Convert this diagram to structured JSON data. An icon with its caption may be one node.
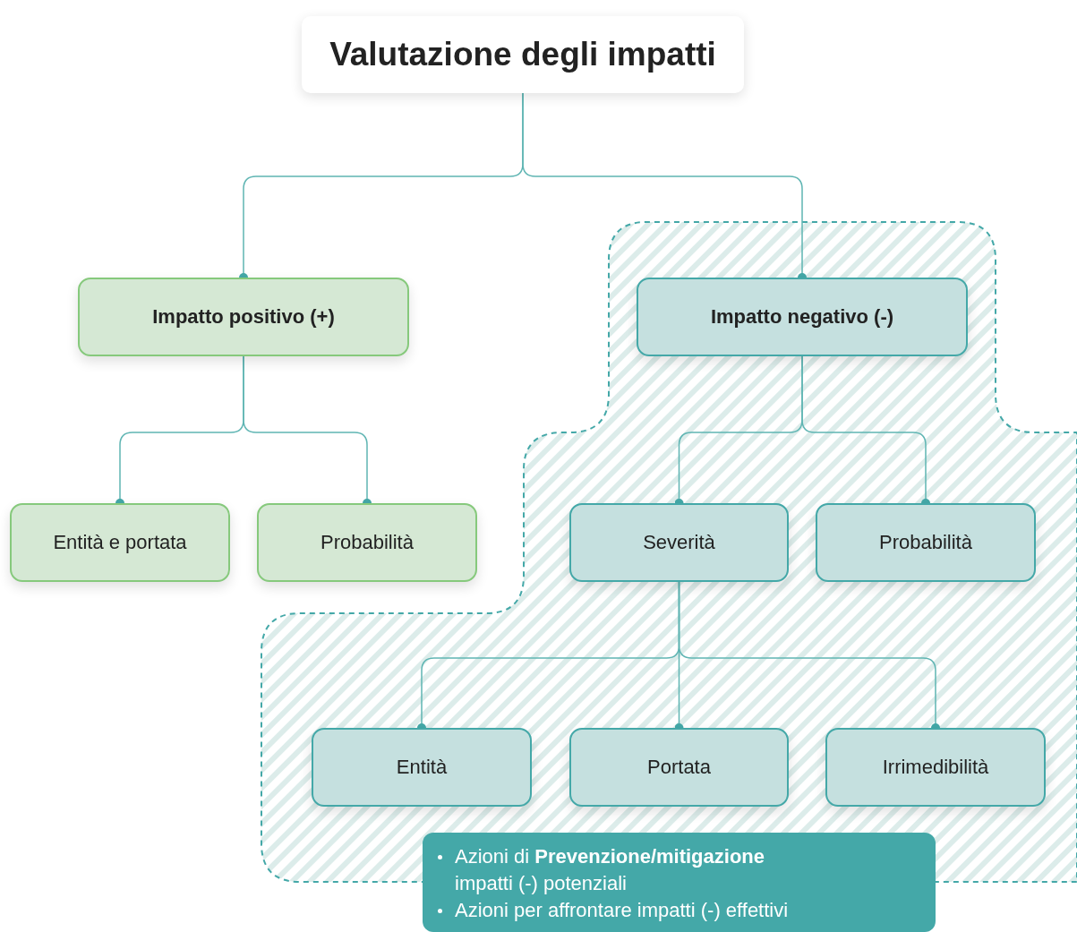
{
  "diagram": {
    "nodes": [
      {
        "text": [
          "Valutazione degli impatti"
        ]
      },
      {
        "text": [
          "Impatto positivo (+)"
        ]
      },
      {
        "text": [
          "Entità e portata"
        ]
      },
      {
        "text": [
          "Probabilità"
        ]
      },
      {
        "text": [
          "Impatto negativo (-)"
        ]
      },
      {
        "text": [
          "Severità"
        ]
      },
      {
        "text": [
          "Probabilità"
        ]
      },
      {
        "text": [
          "Entità"
        ]
      },
      {
        "text": [
          "Portata"
        ]
      },
      {
        "text": [
          "Irrimedibilità"
        ]
      },
      {
        "text": [
          "Azioni di **Prevenzione/mitigazione** impatti (-) potenziali",
          "Azioni per affrontare impatti (-) effettivi"
        ]
      }
    ],
    "edges": [
      {
        "from": 0,
        "to": 1,
        "arrow": "other"
      },
      {
        "from": 0,
        "to": 4,
        "arrow": "other"
      },
      {
        "from": 1,
        "to": 2,
        "arrow": "other"
      },
      {
        "from": 1,
        "to": 3,
        "arrow": "other"
      },
      {
        "from": 4,
        "to": 5,
        "arrow": "other"
      },
      {
        "from": 4,
        "to": 6,
        "arrow": "other"
      },
      {
        "from": 5,
        "to": 7,
        "arrow": "other"
      },
      {
        "from": 5,
        "to": 8,
        "arrow": "other"
      },
      {
        "from": 5,
        "to": 9,
        "arrow": "other"
      }
    ]
  }
}
